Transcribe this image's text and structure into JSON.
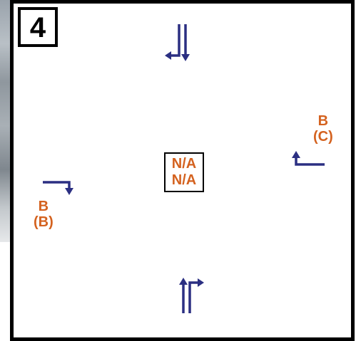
{
  "intersection_number": "4",
  "approaches": {
    "west": {
      "los": "B",
      "los_paren": "(B)"
    },
    "east": {
      "los": "B",
      "los_paren": "(C)"
    }
  },
  "center": {
    "line1": "N/A",
    "line2": "N/A"
  },
  "colors": {
    "arrow": "#2b2f82",
    "los_text": "#d4621f",
    "border": "#000000"
  },
  "icons": [
    "southbound-through-left-arrow",
    "northbound-through-right-arrow",
    "westbound-left-arrow",
    "eastbound-right-arrow"
  ]
}
